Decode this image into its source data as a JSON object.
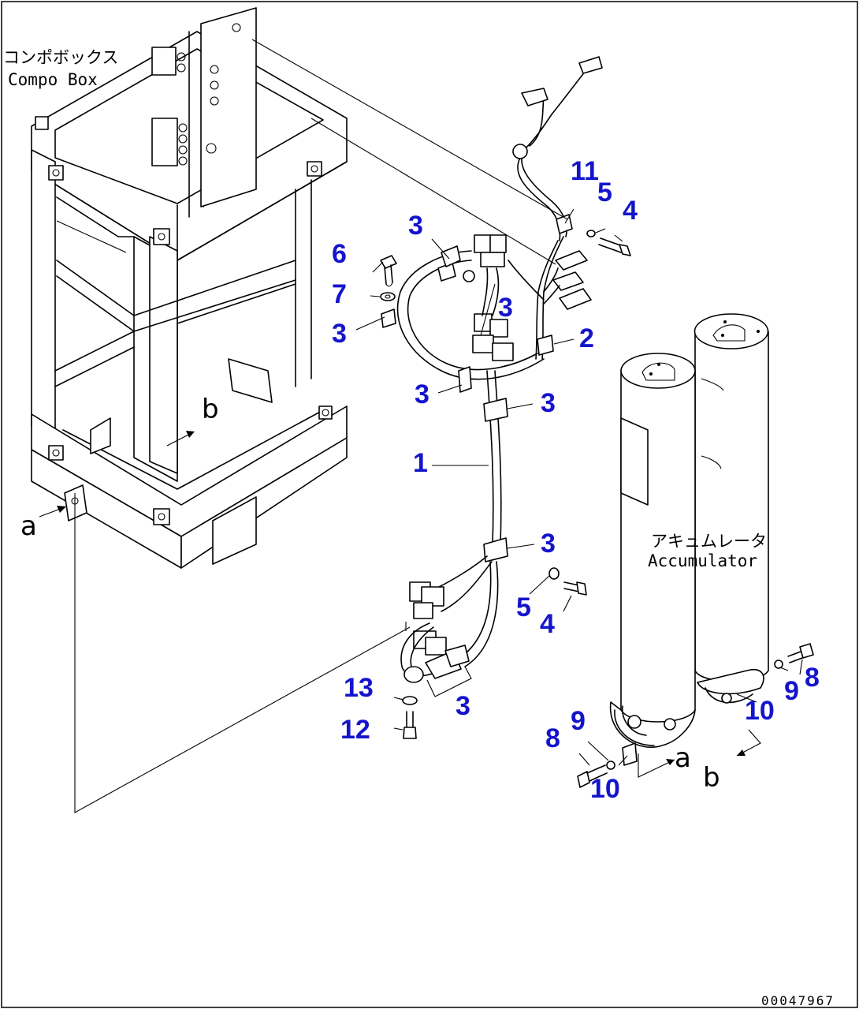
{
  "labels": {
    "compo_box_jp": "コンポボックス",
    "compo_box_en": "Compo Box",
    "accumulator_jp": "アキュムレータ",
    "accumulator_en": "Accumulator",
    "view_a": "a",
    "view_b": "b",
    "drawing_number": "00047967"
  },
  "callouts": {
    "n1": "1",
    "n2": "2",
    "n3": "3",
    "n4": "4",
    "n5": "5",
    "n6": "6",
    "n7": "7",
    "n8": "8",
    "n9": "9",
    "n10": "10",
    "n11": "11",
    "n12": "12",
    "n13": "13"
  },
  "colors": {
    "callout": "#1414cc",
    "line": "#000000",
    "background": "#ffffff"
  }
}
